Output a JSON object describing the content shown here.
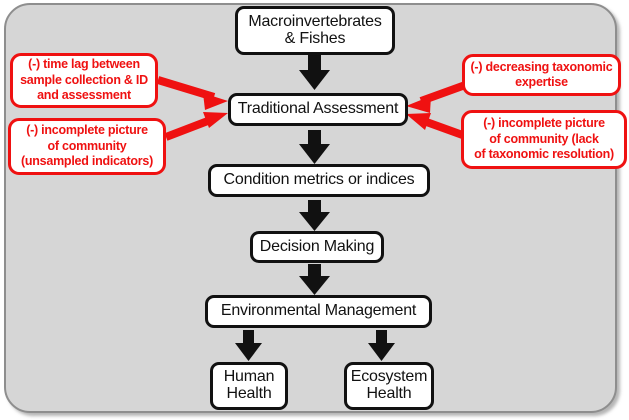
{
  "figure": {
    "type": "flowchart",
    "title": "Traditional bioassessment workflow with limitations",
    "panel_background_color": "#d6d6d6",
    "flow_box_color": "#111111",
    "annotation_color": "#ef1111"
  },
  "flow_nodes": [
    {
      "id": "macroinvertebrates",
      "label": "Macroinvertebrates\n& Fishes"
    },
    {
      "id": "traditional-assessment",
      "label": "Traditional Assessment"
    },
    {
      "id": "condition-metrics",
      "label": "Condition metrics or indices"
    },
    {
      "id": "decision-making",
      "label": "Decision Making"
    },
    {
      "id": "environmental-management",
      "label": "Environmental Management"
    },
    {
      "id": "human-health",
      "label": "Human\nHealth"
    },
    {
      "id": "ecosystem-health",
      "label": "Ecosystem\nHealth"
    }
  ],
  "annotations": [
    {
      "id": "time-lag",
      "side": "left",
      "label": "(-) time lag between\nsample collection  & ID\nand assessment"
    },
    {
      "id": "incomplete-picture-unsampled",
      "side": "left",
      "label": "(-) incomplete picture\nof community\n(unsampled indicators)"
    },
    {
      "id": "decreasing-expertise",
      "side": "right",
      "label": "(-) decreasing taxonomic\nexpertise"
    },
    {
      "id": "incomplete-picture-resolution",
      "side": "right",
      "label": "(-) incomplete picture\nof community (lack\nof taxonomic resolution)"
    }
  ],
  "flow_edges": [
    {
      "from": "macroinvertebrates",
      "to": "traditional-assessment",
      "style": "black-arrow"
    },
    {
      "from": "traditional-assessment",
      "to": "condition-metrics",
      "style": "black-arrow"
    },
    {
      "from": "condition-metrics",
      "to": "decision-making",
      "style": "black-arrow"
    },
    {
      "from": "decision-making",
      "to": "environmental-management",
      "style": "black-arrow"
    },
    {
      "from": "environmental-management",
      "to": "human-health",
      "style": "black-arrow"
    },
    {
      "from": "environmental-management",
      "to": "ecosystem-health",
      "style": "black-arrow"
    },
    {
      "from": "time-lag",
      "to": "traditional-assessment",
      "style": "red-arrow"
    },
    {
      "from": "incomplete-picture-unsampled",
      "to": "traditional-assessment",
      "style": "red-arrow"
    },
    {
      "from": "decreasing-expertise",
      "to": "traditional-assessment",
      "style": "red-arrow"
    },
    {
      "from": "incomplete-picture-resolution",
      "to": "traditional-assessment",
      "style": "red-arrow"
    }
  ]
}
